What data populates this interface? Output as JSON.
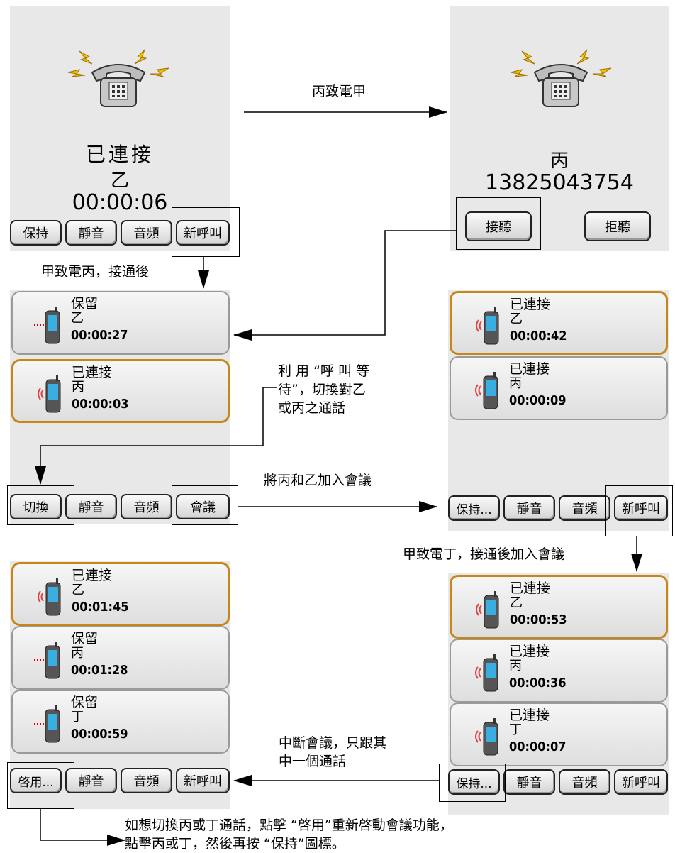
{
  "screen1": {
    "status": "已連接",
    "name": "乙",
    "timer": "00:00:06",
    "buttons": [
      "保持",
      "靜音",
      "音頻",
      "新呼叫"
    ]
  },
  "screen2": {
    "name": "丙",
    "number": "13825043754",
    "buttons": [
      "接聽",
      "拒聽"
    ]
  },
  "screen3": {
    "calls": [
      {
        "status": "保留",
        "name": "乙",
        "time": "00:00:27",
        "state": "hold"
      },
      {
        "status": "已連接",
        "name": "丙",
        "time": "00:00:03",
        "state": "active"
      }
    ],
    "buttons": [
      "切換",
      "靜音",
      "音頻",
      "會議"
    ]
  },
  "screen4": {
    "calls": [
      {
        "status": "已連接",
        "name": "乙",
        "time": "00:00:42",
        "state": "active"
      },
      {
        "status": "已連接",
        "name": "丙",
        "time": "00:00:09",
        "state": "connected"
      }
    ],
    "buttons": [
      "保持...",
      "靜音",
      "音頻",
      "新呼叫"
    ]
  },
  "screen5": {
    "calls": [
      {
        "status": "已連接",
        "name": "乙",
        "time": "00:01:45",
        "state": "active"
      },
      {
        "status": "保留",
        "name": "丙",
        "time": "00:01:28",
        "state": "hold"
      },
      {
        "status": "保留",
        "name": "丁",
        "time": "00:00:59",
        "state": "hold"
      }
    ],
    "buttons": [
      "啓用...",
      "靜音",
      "音頻",
      "新呼叫"
    ]
  },
  "screen6": {
    "calls": [
      {
        "status": "已連接",
        "name": "乙",
        "time": "00:00:53",
        "state": "active"
      },
      {
        "status": "已連接",
        "name": "丙",
        "time": "00:00:36",
        "state": "connected"
      },
      {
        "status": "已連接",
        "name": "丁",
        "time": "00:00:07",
        "state": "connected"
      }
    ],
    "buttons": [
      "保持...",
      "靜音",
      "音頻",
      "新呼叫"
    ]
  },
  "annotations": {
    "incoming": "丙致電甲",
    "after_connect_c": "甲致電丙，接通後",
    "call_waiting": [
      "利 用 “呼 叫 等",
      "待”，切換對乙",
      "或丙之通話"
    ],
    "conference": "將丙和乙加入會議",
    "add_d": "甲致電丁，接通後加入會議",
    "break_conf": [
      "中斷會議，只跟其",
      "中一個通話"
    ],
    "switch_tip": [
      "如想切換丙或丁通話，點擊 “啓用”重新啓動會議功能，",
      "點擊丙或丁，然後再按 “保持”圖標。"
    ]
  }
}
